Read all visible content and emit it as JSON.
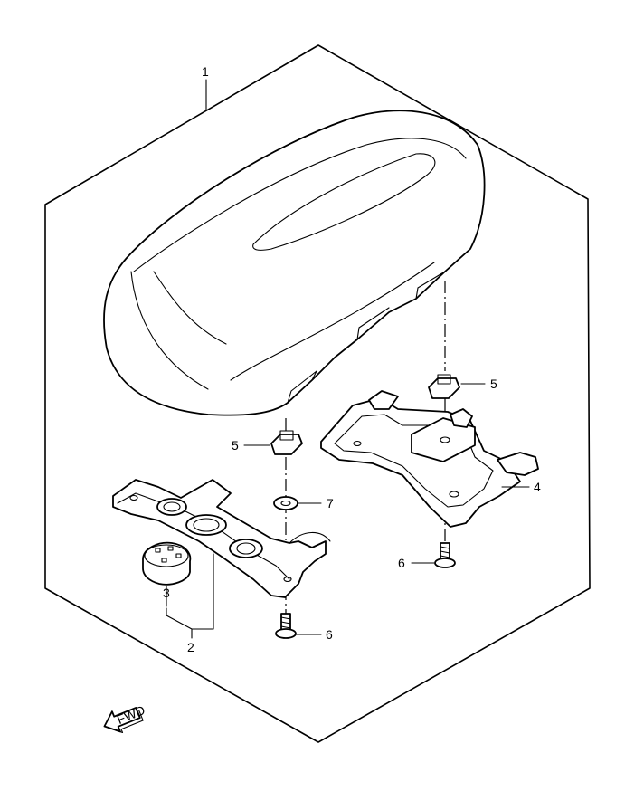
{
  "callouts": {
    "part_1": "1",
    "part_2": "2",
    "part_3": "3",
    "part_4": "4",
    "part_5_right": "5",
    "part_5_left": "5",
    "part_6_right": "6",
    "part_6_left": "6",
    "part_7": "7"
  },
  "fwd_label": "FWD",
  "icons": {
    "forward_arrow": "fwd-arrow-icon"
  },
  "colors": {
    "line": "#000000",
    "background": "#ffffff"
  }
}
